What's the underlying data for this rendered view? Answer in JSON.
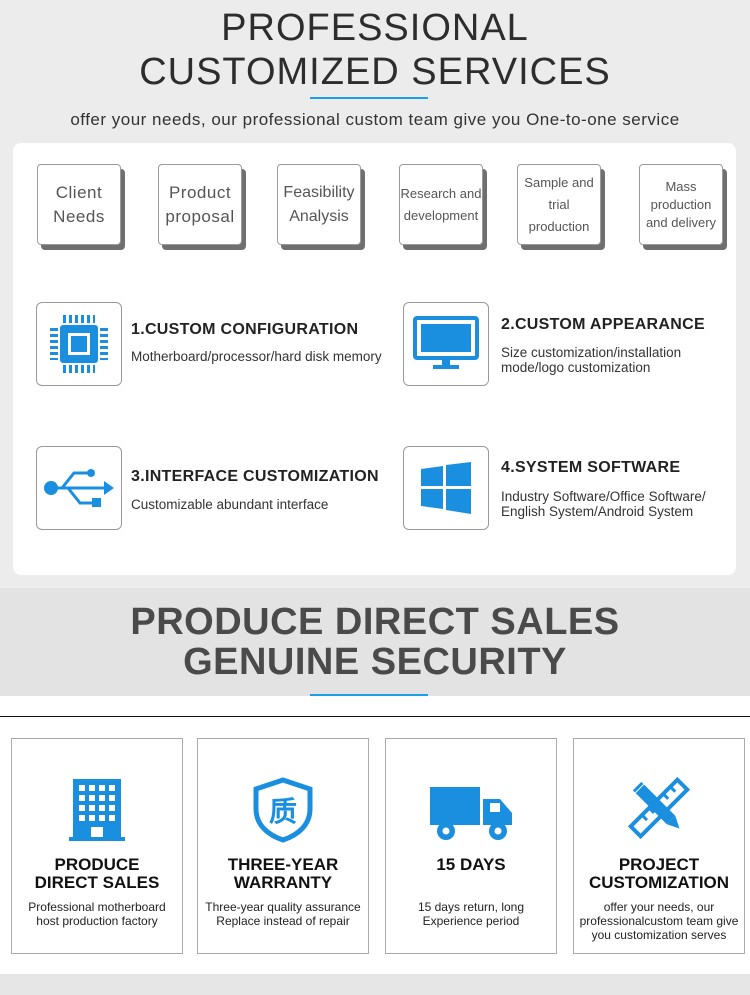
{
  "header": {
    "title_line1": "PROFESSIONAL",
    "title_line2": "CUSTOMIZED SERVICES",
    "subtitle": "offer your needs, our professional custom team give you One-to-one service"
  },
  "steps": [
    {
      "line1": "Client",
      "line2": "Needs"
    },
    {
      "line1": "Product",
      "line2": "proposal"
    },
    {
      "line1": "Feasibility",
      "line2": "Analysis"
    },
    {
      "line1": "Research and",
      "line2": "development"
    },
    {
      "line1": "Sample and",
      "line2": "trial production"
    },
    {
      "line1": "Mass",
      "line2": "production",
      "line3": "and delivery"
    }
  ],
  "features": [
    {
      "title": "1.CUSTOM CONFIGURATION",
      "desc1": "Motherboard/processor/hard disk memory",
      "icon": "cpu-chip-icon"
    },
    {
      "title": "2.CUSTOM APPEARANCE",
      "desc1": "Size customization/installation",
      "desc2": "mode/logo customization",
      "icon": "monitor-icon"
    },
    {
      "title": "3.INTERFACE CUSTOMIZATION",
      "desc1": "Customizable abundant interface",
      "icon": "usb-icon"
    },
    {
      "title": "4.SYSTEM SOFTWARE",
      "desc1": "Industry Software/Office Software/",
      "desc2": "English System/Android System",
      "icon": "windows-logo-icon"
    }
  ],
  "section2": {
    "title_line1": "PRODUCE DIRECT SALES",
    "title_line2": "GENUINE SECURITY"
  },
  "cards": [
    {
      "title1": "PRODUCE",
      "title2": "DIRECT SALES",
      "desc1": "Professional motherboard",
      "desc2": "host production factory",
      "icon": "building-icon"
    },
    {
      "title1": "THREE-YEAR",
      "title2": "WARRANTY",
      "desc1": "Three-year quality assurance",
      "desc2": "Replace instead of repair",
      "icon": "quality-shield-icon",
      "glyph": "质"
    },
    {
      "title1": "15 DAYS",
      "desc1": "15 days return, long",
      "desc2": "Experience period",
      "icon": "delivery-truck-icon"
    },
    {
      "title1": "PROJECT",
      "title2": "CUSTOMIZATION",
      "desc1": "offer your needs, our",
      "desc2": "professionalcustom team give",
      "desc3": "you customization serves",
      "icon": "pencil-ruler-icon"
    }
  ],
  "colors": {
    "accent": "#1aa0e6",
    "icon_blue": "#1a8fe0"
  }
}
